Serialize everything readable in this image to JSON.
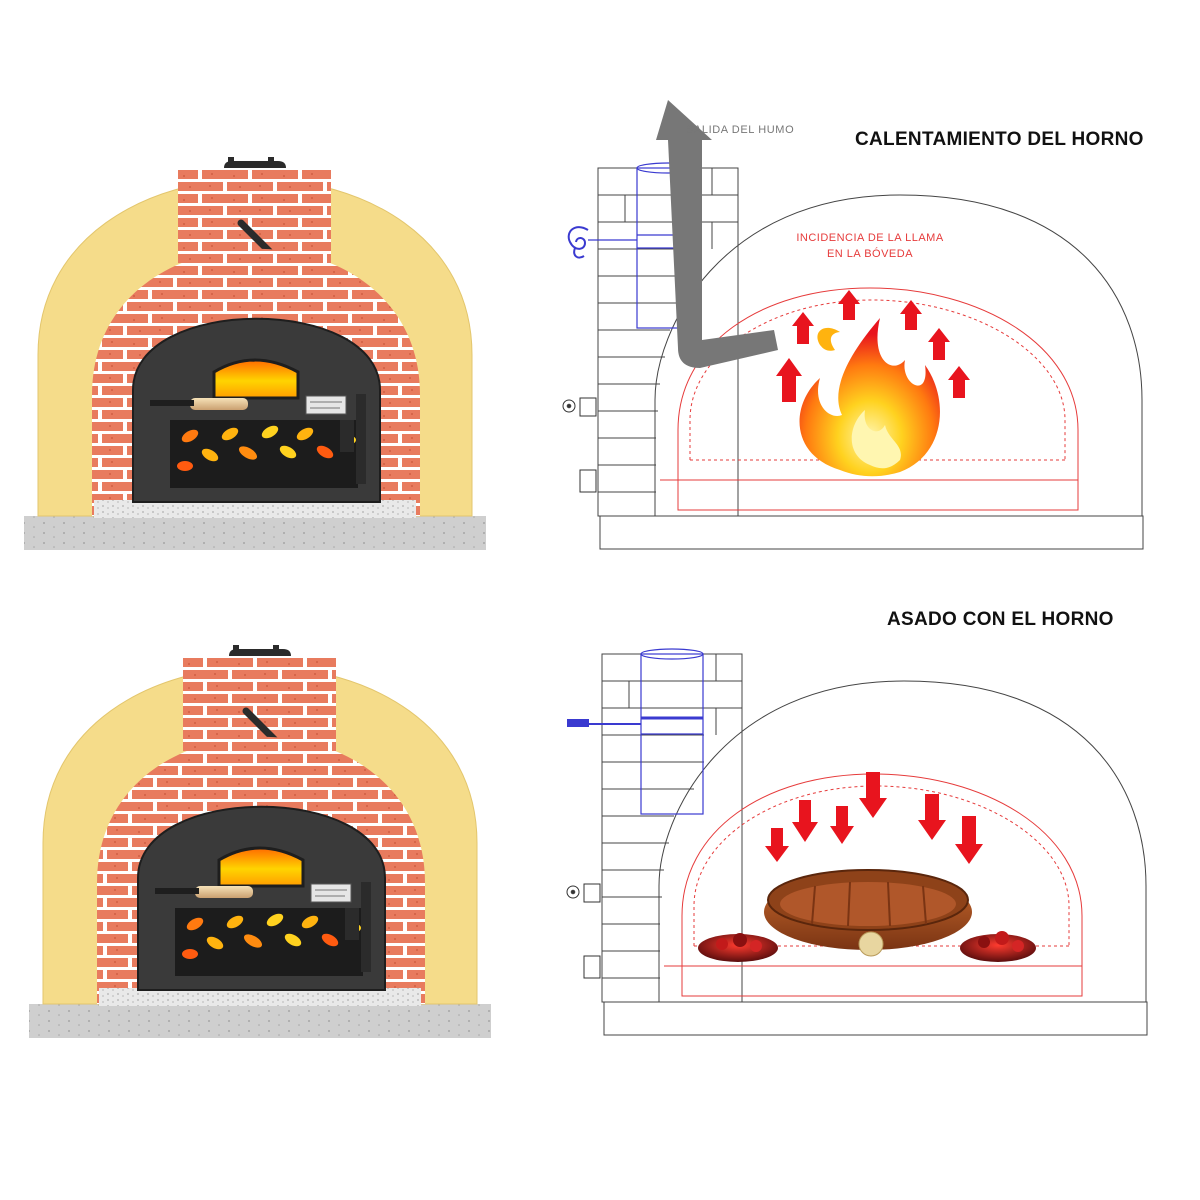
{
  "diagrams": [
    {
      "heading": "CALENTAMIENTO DEL HORNO",
      "labels": {
        "smoke_outlet": "SALIDA DEL HUMO",
        "flame_line1": "INCIDENCIA DE LA LLAMA",
        "flame_line2": "EN LA BÓVEDA"
      },
      "arrow_direction": "up"
    },
    {
      "heading": "ASADO CON EL HORNO",
      "arrow_direction": "down"
    }
  ],
  "colors": {
    "render_yellow": "#f5dc8a",
    "brick": "#e87b5e",
    "mortar": "#ffffff",
    "cast_iron_door": "#3a3a3a",
    "base_concrete": "#cfcfcf",
    "arrow_red": "#e8141e",
    "outline_red": "#e63b3b",
    "chimney_blue": "#3a3ad0",
    "smoke_gray": "#777777"
  }
}
